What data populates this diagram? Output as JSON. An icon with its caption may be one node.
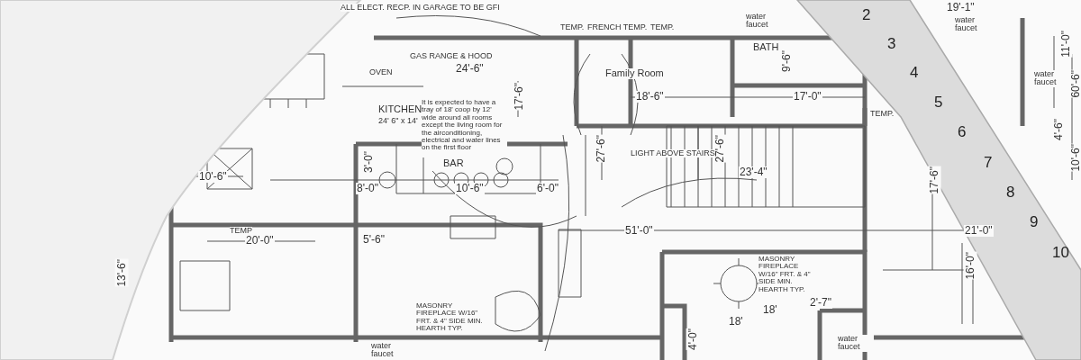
{
  "diagram": {
    "labels": [
      "ALL ELECT. RECP. IN GARAGE TO BE GFI",
      "GAS RANGE & HOOD",
      "OVEN",
      "24'-6\"",
      "KITCHEN",
      "24' 6\" x 14'",
      "It is expected to have a tray of 18' coop by 12' wide around all rooms except the living room for the airconditioning, electrical and water lines on the first floor",
      "17'-6\"",
      "BAR",
      "3'-0\"",
      "10'-6\"",
      "8'-0\"",
      "10'-6\"",
      "6'-0\"",
      "TEMP.",
      "FRENCH TEMP.",
      "TEMP.",
      "water faucet",
      "Family Room",
      "BATH",
      "9'-6\"",
      "18'-6\"",
      "17'-0\"",
      "27'-6\"",
      "27'-6\"",
      "TEMP.",
      "LIGHT ABOVE STAIRS",
      "23'-4\"",
      "TEMP",
      "20'-0\"",
      "5'-6\"",
      "water faucet",
      "MASONRY FIREPLACE W/16\" FRT. & 4\" SIDE MIN. HEARTH TYP.",
      "51'-0\"",
      "MASONRY FIREPLACE W/16\" FRT. & 4\" SIDE MIN. HEARTH TYP.",
      "18'",
      "18'",
      "2'-7\"",
      "4'-0\"",
      "water faucet",
      "17'-6\"",
      "21'-0\"",
      "16'-0\"",
      "19'-1\"",
      "water faucet",
      "water faucet",
      "11'-0\"",
      "60'-6\"",
      "4'-6\"",
      "10'-6\"",
      "13'-6\"",
      "2",
      "3",
      "4",
      "5",
      "6",
      "7",
      "8",
      "9",
      "10"
    ]
  }
}
